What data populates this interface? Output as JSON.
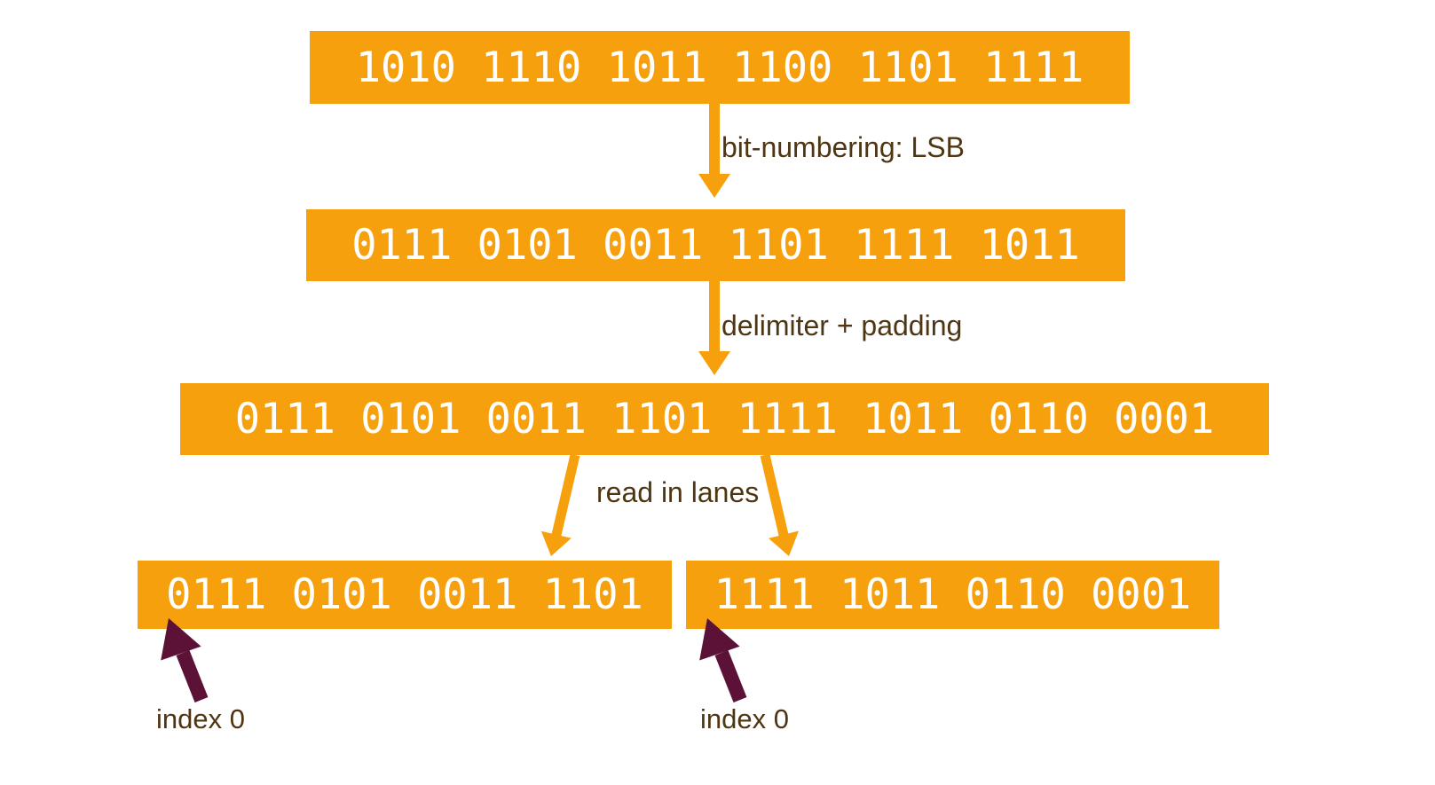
{
  "colors": {
    "background": "#ffffff",
    "orange": "#f7a00e",
    "maroon": "#5c1236",
    "label": "#4f3613",
    "bits": "#ffffff"
  },
  "diagram": {
    "source_box": {
      "bits": "1010 1110 1011 1100 1101 1111"
    },
    "step1": {
      "label": "bit-numbering: LSB"
    },
    "lsb_box": {
      "bits": "0111 0101 0011 1101 1111 1011"
    },
    "step2": {
      "label": "delimiter + padding"
    },
    "padded_box": {
      "bits": "0111 0101 0011 1101 1111 1011 0110 0001"
    },
    "step3": {
      "label": "read in lanes"
    },
    "lane0_box": {
      "bits": "0111 0101 0011 1101"
    },
    "lane1_box": {
      "bits": "1111 1011 0110 0001"
    },
    "lane0_index": {
      "label": "index 0"
    },
    "lane1_index": {
      "label": "index 0"
    }
  }
}
